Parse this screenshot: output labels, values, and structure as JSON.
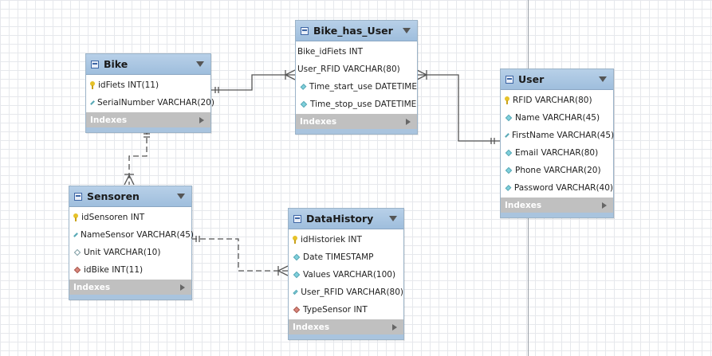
{
  "tables": {
    "bike": {
      "name": "Bike",
      "columns": [
        {
          "text": "idFiets INT(11)",
          "icon": "primary-key-icon"
        },
        {
          "text": "SerialNumber VARCHAR(20)",
          "icon": "column-icon"
        }
      ],
      "indexes_label": "Indexes"
    },
    "bike_has_user": {
      "name": "Bike_has_User",
      "columns": [
        {
          "text": "Bike_idFiets INT",
          "icon": "none"
        },
        {
          "text": "User_RFID VARCHAR(80)",
          "icon": "none"
        },
        {
          "text": "Time_start_use DATETIME",
          "icon": "column-icon"
        },
        {
          "text": "Time_stop_use DATETIME",
          "icon": "column-icon"
        }
      ],
      "indexes_label": "Indexes"
    },
    "user": {
      "name": "User",
      "columns": [
        {
          "text": "RFID VARCHAR(80)",
          "icon": "primary-key-icon"
        },
        {
          "text": "Name VARCHAR(45)",
          "icon": "column-icon"
        },
        {
          "text": "FirstName VARCHAR(45)",
          "icon": "column-icon"
        },
        {
          "text": "Email VARCHAR(80)",
          "icon": "column-icon"
        },
        {
          "text": "Phone VARCHAR(20)",
          "icon": "column-icon"
        },
        {
          "text": "Password VARCHAR(40)",
          "icon": "column-icon"
        }
      ],
      "indexes_label": "Indexes"
    },
    "sensoren": {
      "name": "Sensoren",
      "columns": [
        {
          "text": "idSensoren INT",
          "icon": "primary-key-icon"
        },
        {
          "text": "NameSensor VARCHAR(45)",
          "icon": "column-icon"
        },
        {
          "text": "Unit VARCHAR(10)",
          "icon": "nullable-column-icon"
        },
        {
          "text": "idBike INT(11)",
          "icon": "foreign-key-icon"
        }
      ],
      "indexes_label": "Indexes"
    },
    "datahistory": {
      "name": "DataHistory",
      "columns": [
        {
          "text": "idHistoriek INT",
          "icon": "primary-key-icon"
        },
        {
          "text": "Date TIMESTAMP",
          "icon": "column-icon"
        },
        {
          "text": "Values VARCHAR(100)",
          "icon": "column-icon"
        },
        {
          "text": "User_RFID VARCHAR(80)",
          "icon": "column-icon"
        },
        {
          "text": "TypeSensor INT",
          "icon": "foreign-key-icon"
        }
      ],
      "indexes_label": "Indexes"
    }
  },
  "relationships": [
    {
      "from": "Bike",
      "to": "Bike_has_User",
      "cardinality": "one-to-many",
      "identifying": true
    },
    {
      "from": "User",
      "to": "Bike_has_User",
      "cardinality": "one-to-many",
      "identifying": true
    },
    {
      "from": "Bike",
      "to": "Sensoren",
      "cardinality": "one-to-many",
      "identifying": false
    },
    {
      "from": "Sensoren",
      "to": "DataHistory",
      "cardinality": "one-to-many",
      "identifying": false
    }
  ],
  "colors": {
    "header": "#a9c4de",
    "indexes_bar": "#c0c0c0",
    "connector": "#555555",
    "grid": "#e6e8ec"
  }
}
